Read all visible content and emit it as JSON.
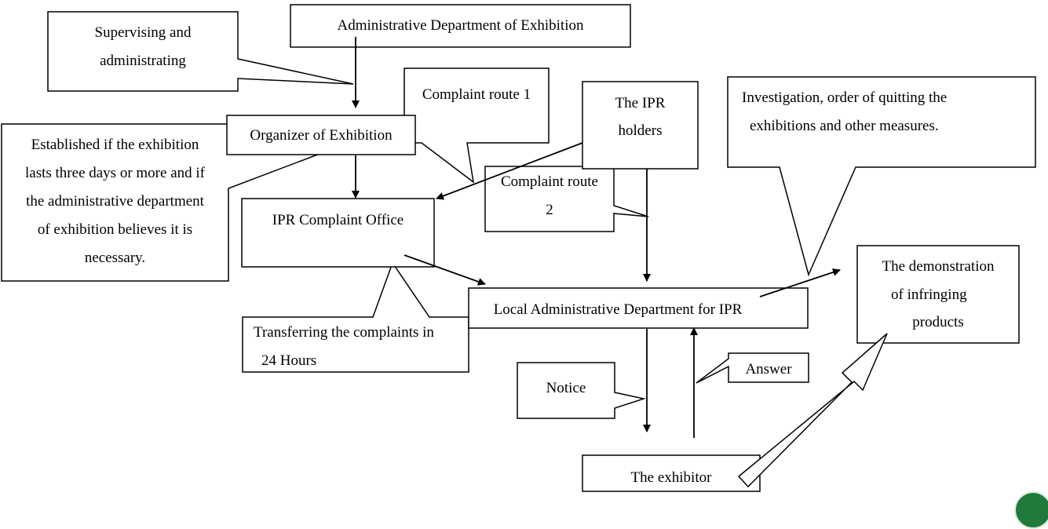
{
  "nodes": {
    "admin_dept": "Administrative Department of Exhibition",
    "organizer": "Organizer of Exhibition",
    "ipr_office": "IPR Complaint Office",
    "ipr_holders_line1": "The IPR",
    "ipr_holders_line2": "holders",
    "local_dept": "Local Administrative Department for IPR",
    "exhibitor": "The exhibitor",
    "demo_line1": "The demonstration",
    "demo_line2": "of infringing",
    "demo_line3": "products"
  },
  "callouts": {
    "supervising_line1": "Supervising and",
    "supervising_line2": "administrating",
    "complaint_route1": "Complaint route 1",
    "complaint_route2_line1": "Complaint route",
    "complaint_route2_line2": "2",
    "established_line1": "Established if the exhibition",
    "established_line2": "lasts three days or more and if",
    "established_line3": "the administrative department",
    "established_line4": "of exhibition believes it is",
    "established_line5": "necessary.",
    "investigation_line1": "Investigation, order of quitting the",
    "investigation_line2": "exhibitions and other measures.",
    "transferring_line1": "Transferring the complaints in",
    "transferring_line2": "24 Hours",
    "notice": "Notice",
    "answer": "Answer"
  },
  "colors": {
    "line": "#000000",
    "background": "#ffffff",
    "logo": "#1f7a3c"
  },
  "icons": {
    "corner_logo": "seal-logo-icon"
  }
}
